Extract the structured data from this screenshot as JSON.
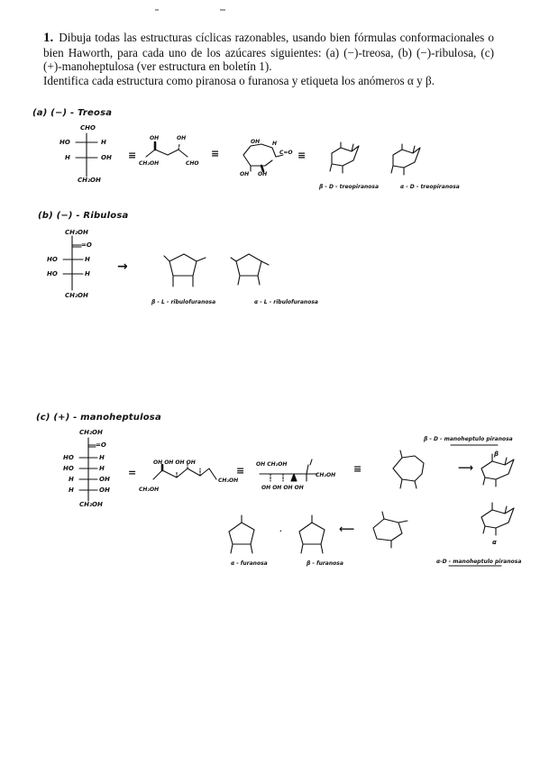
{
  "problem": {
    "number": "1.",
    "text": "Dibuja todas las estructuras cíclicas razonables, usando bien fórmulas conformacionales o bien Haworth, para cada uno de los azúcares siguientes: (a) (−)-treosa, (b) (−)-ribulosa, (c) (+)-manoheptulosa (ver estructura en boletín 1).",
    "text2": "Identifica cada estructura como piranosa o furanosa y etiqueta los anómeros α y β."
  },
  "section_a": {
    "label": "(a) (−) - Treosa",
    "fischer": {
      "top": "CHO",
      "r1_left": "HO",
      "r1_right": "H",
      "r2_left": "H",
      "r2_right": "OH",
      "bottom": "CH₂OH"
    },
    "zigzag": {
      "oh1": "OH",
      "oh2": "OH",
      "left": "CH₂OH",
      "right": "CHO"
    },
    "ring_open": {
      "oh_top": "OH",
      "h": "H",
      "c_o": "C=O",
      "oh_b1": "OH",
      "oh_b2": "OH"
    },
    "beta_label": "β - D - treopiranosa",
    "alpha_label": "α - D - treopiranosa",
    "equals": "≡"
  },
  "section_b": {
    "label": "(b) (−) - Ribulosa",
    "fischer": {
      "top": "CH₂OH",
      "r1_right": "=O",
      "r2_left": "HO",
      "r2_right": "H",
      "r3_left": "HO",
      "r3_right": "H",
      "bottom": "CH₂OH"
    },
    "beta_label": "β - L - ribulofuranosa",
    "alpha_label": "α - L - ribulofuranosa",
    "arrow": "→"
  },
  "section_c": {
    "label": "(c) (+) - manoheptulosa",
    "fischer": {
      "top": "CH₂OH",
      "r1_right": "=O",
      "r2_left": "HO",
      "r2_right": "H",
      "r3_left": "HO",
      "r3_right": "H",
      "r4_left": "H",
      "r4_right": "OH",
      "r5_left": "H",
      "r5_right": "OH",
      "bottom": "CH₂OH"
    },
    "zig1": {
      "left": "CH₂OH",
      "right": "CH₂OH",
      "ohs": "OH OH OH OH"
    },
    "zig2": {
      "left": "OH CH₂OH",
      "right": "CH₂OH",
      "bottom": "OH OH OH OH"
    },
    "beta_pyr_label": "β - D - manoheptulo piranosa",
    "alpha_pyr_label": "α-D - manoheptulo piranosa",
    "alpha_fur_label": "α - furanosa",
    "beta_fur_label": "β - furanosa",
    "alpha_small": "α",
    "beta_small": "β",
    "arrow_right": "⟶",
    "arrow_left": "⟵",
    "equiv": "≡",
    "eq": "="
  }
}
